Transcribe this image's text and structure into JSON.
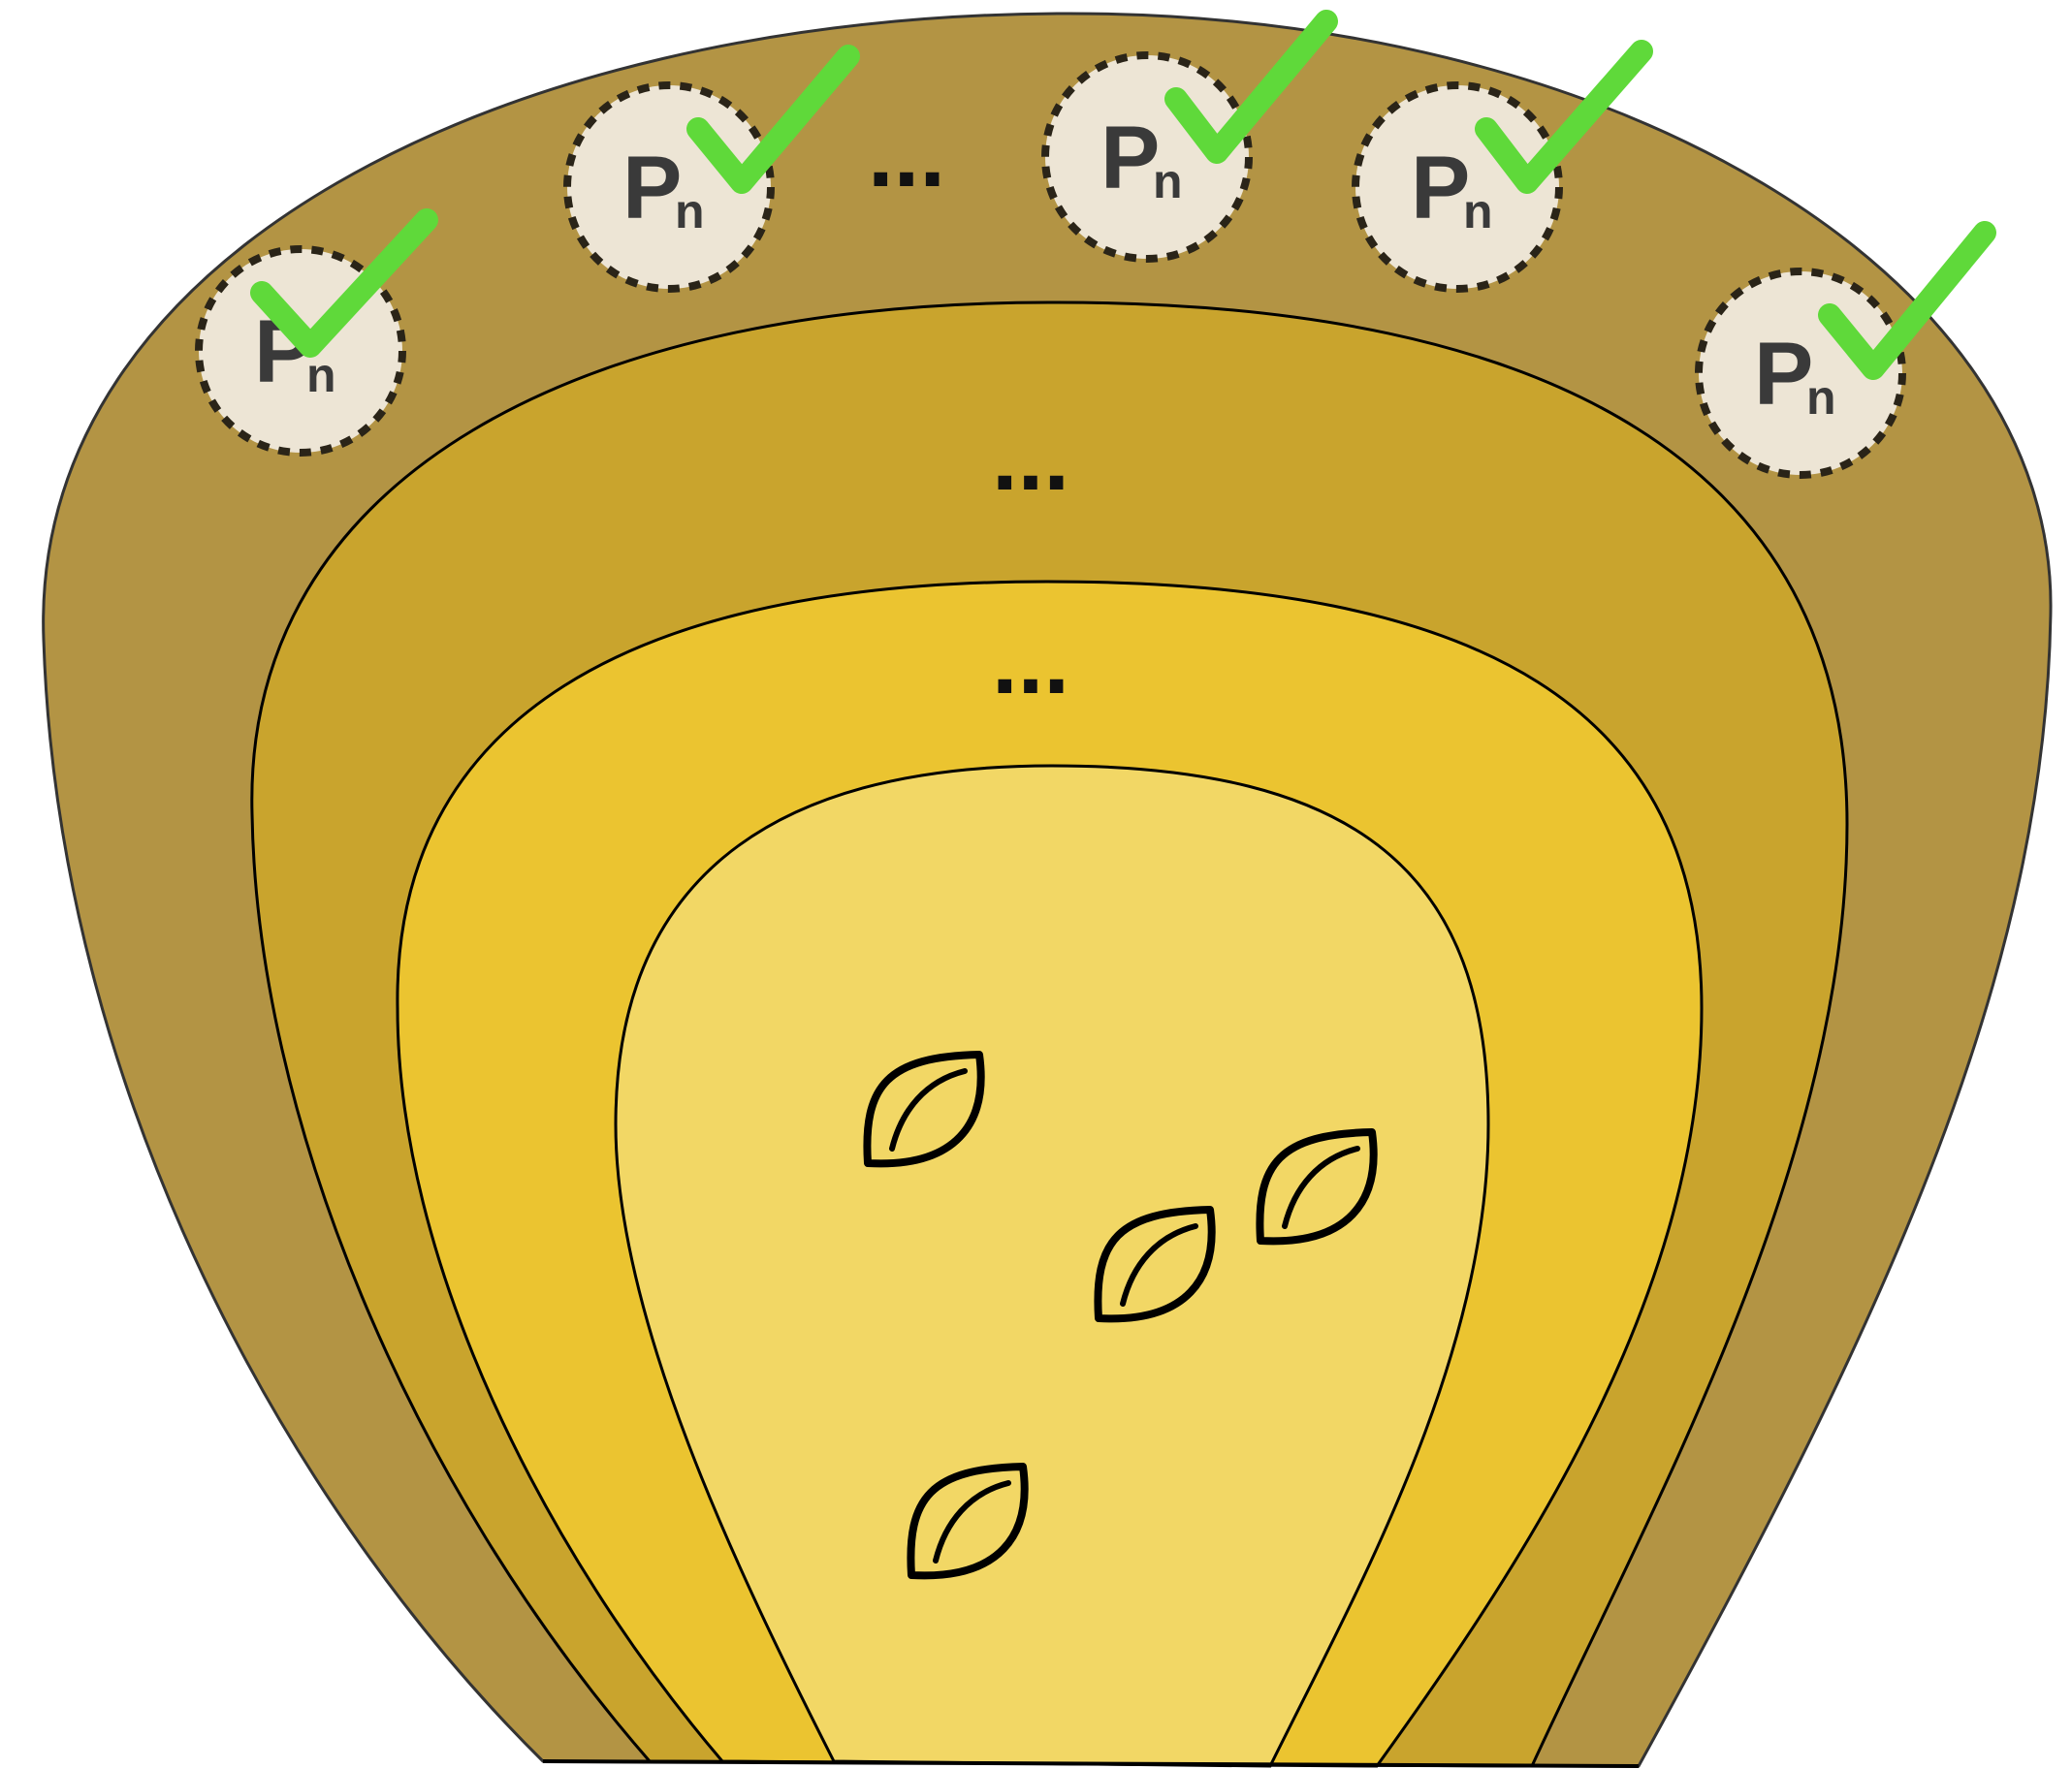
{
  "diagram": {
    "colors": {
      "outer_layer": "#b39444",
      "layer_2": "#c9a42d",
      "layer_3": "#ebc430",
      "core": "#f2d765",
      "node_fill": "#ede5d5",
      "node_border": "#2a2418",
      "check": "#5fd93a",
      "outline": "#000000"
    },
    "nodes": [
      {
        "label": "P",
        "subscript": "n",
        "checked": true
      },
      {
        "label": "P",
        "subscript": "n",
        "checked": true
      },
      {
        "label": "P",
        "subscript": "n",
        "checked": true
      },
      {
        "label": "P",
        "subscript": "n",
        "checked": true
      },
      {
        "label": "P",
        "subscript": "n",
        "checked": true
      }
    ],
    "ellipses": [
      "...",
      "...",
      "..."
    ],
    "seeds": [
      "leaf-seed",
      "leaf-seed",
      "leaf-seed",
      "leaf-seed"
    ]
  }
}
